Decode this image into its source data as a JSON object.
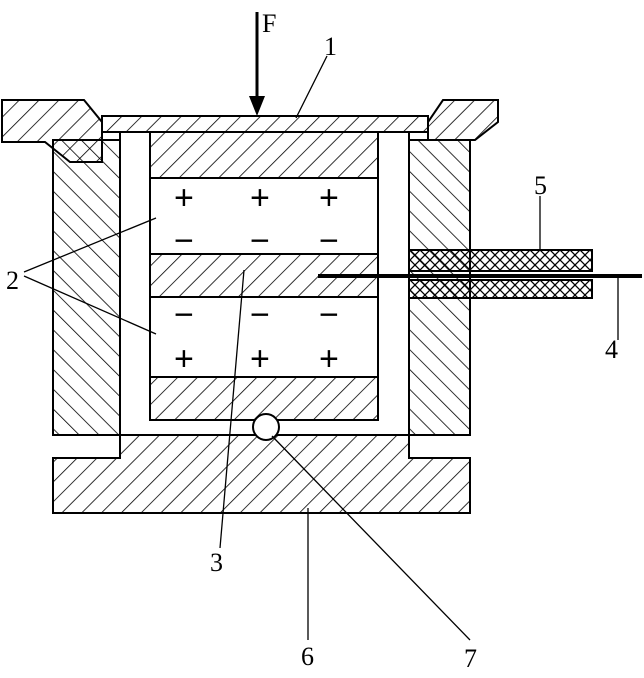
{
  "force_label": "F",
  "part_labels": {
    "cover": "1",
    "crystal_plates": "2",
    "electrode": "3",
    "lead_wire": "4",
    "insulating_sleeve": "5",
    "base": "6",
    "ball": "7"
  },
  "charge_signs": {
    "plus": "+",
    "minus": "−"
  },
  "colors": {
    "stroke": "#000000",
    "background": "#ffffff"
  }
}
